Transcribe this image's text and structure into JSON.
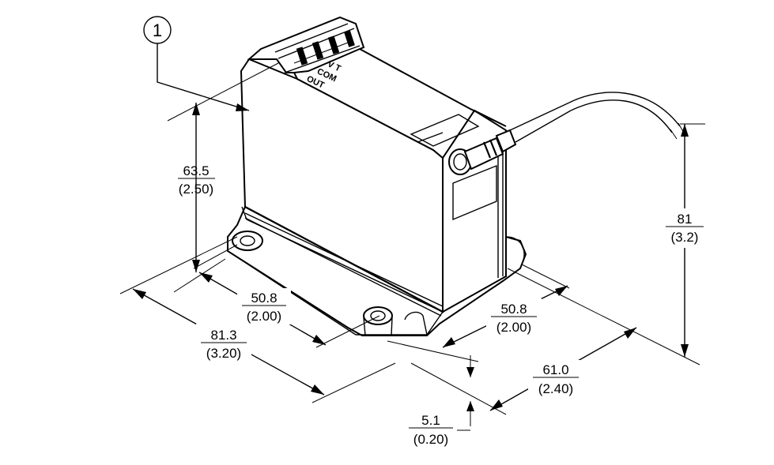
{
  "callout": {
    "number": "1"
  },
  "dimensions": {
    "height_body": {
      "mm": "63.5",
      "in": "(2.50)"
    },
    "height_total": {
      "mm": "81",
      "in": "(3.2)"
    },
    "depth_holes": {
      "mm": "50.8",
      "in": "(2.00)"
    },
    "width_holes": {
      "mm": "50.8",
      "in": "(2.00)"
    },
    "length_base": {
      "mm": "81.3",
      "in": "(3.20)"
    },
    "width_base": {
      "mm": "61.0",
      "in": "(2.40)"
    },
    "base_thickness": {
      "mm": "5.1",
      "in": "(0.20)"
    }
  },
  "labels": {
    "terminal_1": "V T",
    "terminal_2": "COM",
    "terminal_3": "OUT"
  },
  "colors": {
    "line": "#000000",
    "background": "#ffffff"
  }
}
